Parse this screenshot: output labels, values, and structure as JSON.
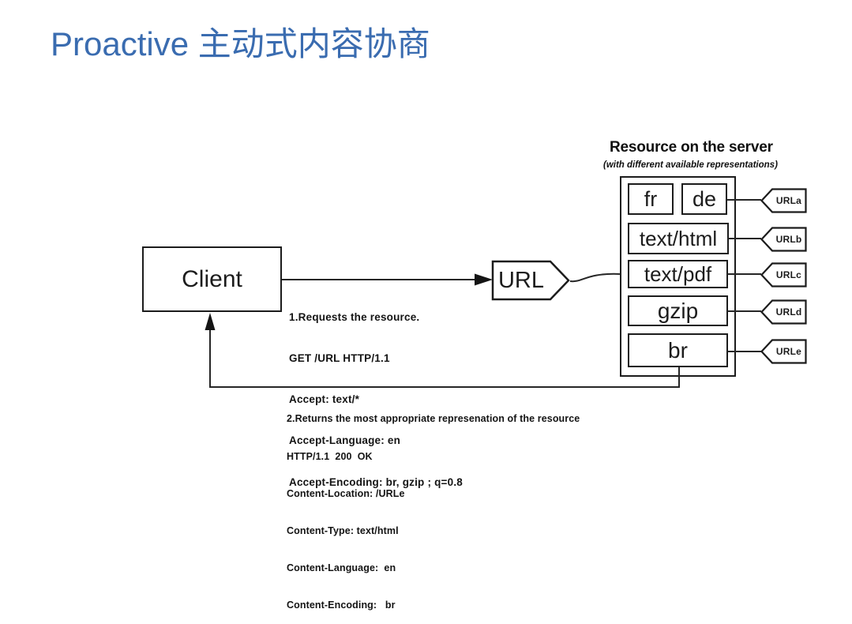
{
  "slide": {
    "title": "Proactive 主动式内容协商"
  },
  "diagram": {
    "client_label": "Client",
    "url_label": "URL",
    "server_title": "Resource on the server",
    "server_subtitle": "(with different available representations)",
    "representations": [
      "fr",
      "de",
      "text/html",
      "text/pdf",
      "gzip",
      "br"
    ],
    "url_tags": [
      "URLa",
      "URLb",
      "URLc",
      "URLd",
      "URLe"
    ],
    "request_lines": [
      "1.Requests the resource.",
      "GET /URL HTTP/1.1",
      "Accept: text/*",
      "Accept-Language: en",
      "Accept-Encoding: br, gzip ; q=0.8"
    ],
    "response_lines": [
      "2.Returns the most appropriate represenation of the resource",
      "HTTP/1.1  200  OK",
      "Content-Location: /URLe",
      "Content-Type: text/html",
      "Content-Language:  en",
      "Content-Encoding:   br"
    ]
  },
  "colors": {
    "title_blue": "#3A6CB0",
    "ink": "#1c1c1c"
  }
}
